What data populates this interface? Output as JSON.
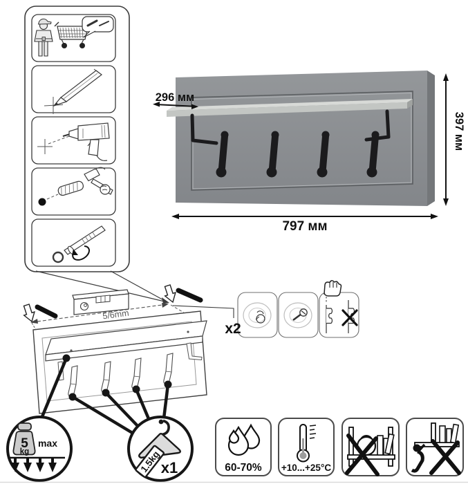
{
  "product": {
    "type": "wall coat rack with shelf and 4 hooks",
    "panel_color": "#8e9194",
    "panel_side_color": "#74777a",
    "shelf_top_color": "#d8dad7",
    "shelf_front_color": "#c3c6c3",
    "hook_color": "#1b1b1d",
    "hooks_count": 4,
    "dimensions": {
      "depth_label": "296 мм",
      "height_label": "397 мм",
      "width_label": "797 мм"
    }
  },
  "steps_panel": {
    "steps": [
      {
        "id": "buy",
        "icon": "person-cart-icon"
      },
      {
        "id": "mark",
        "icon": "pencil-mark-icon"
      },
      {
        "id": "drill",
        "icon": "drill-icon"
      },
      {
        "id": "hammer-anchor",
        "icon": "hammer-dowel-icon"
      },
      {
        "id": "screw-hook",
        "icon": "screw-hook-icon"
      }
    ]
  },
  "installation": {
    "gap_label": "5/6mm",
    "screws_count_label": "x2",
    "tools": [
      "spirit-level"
    ],
    "keyhole_note": "hang on keyhole plates, do not pull sideways"
  },
  "load_limits": {
    "shelf": {
      "value": "5",
      "unit": "kg",
      "qualifier": "max"
    },
    "hook": {
      "tag_label": "1.5kg",
      "count_label": "x1"
    }
  },
  "environment": {
    "humidity_label": "60-70%",
    "temperature_label": "+10...+25°C"
  },
  "warnings": [
    {
      "id": "no-heavy-load",
      "icon": "no-heavy-objects-icon"
    },
    {
      "id": "no-climbing",
      "icon": "no-hanging-sitting-icon"
    }
  ]
}
